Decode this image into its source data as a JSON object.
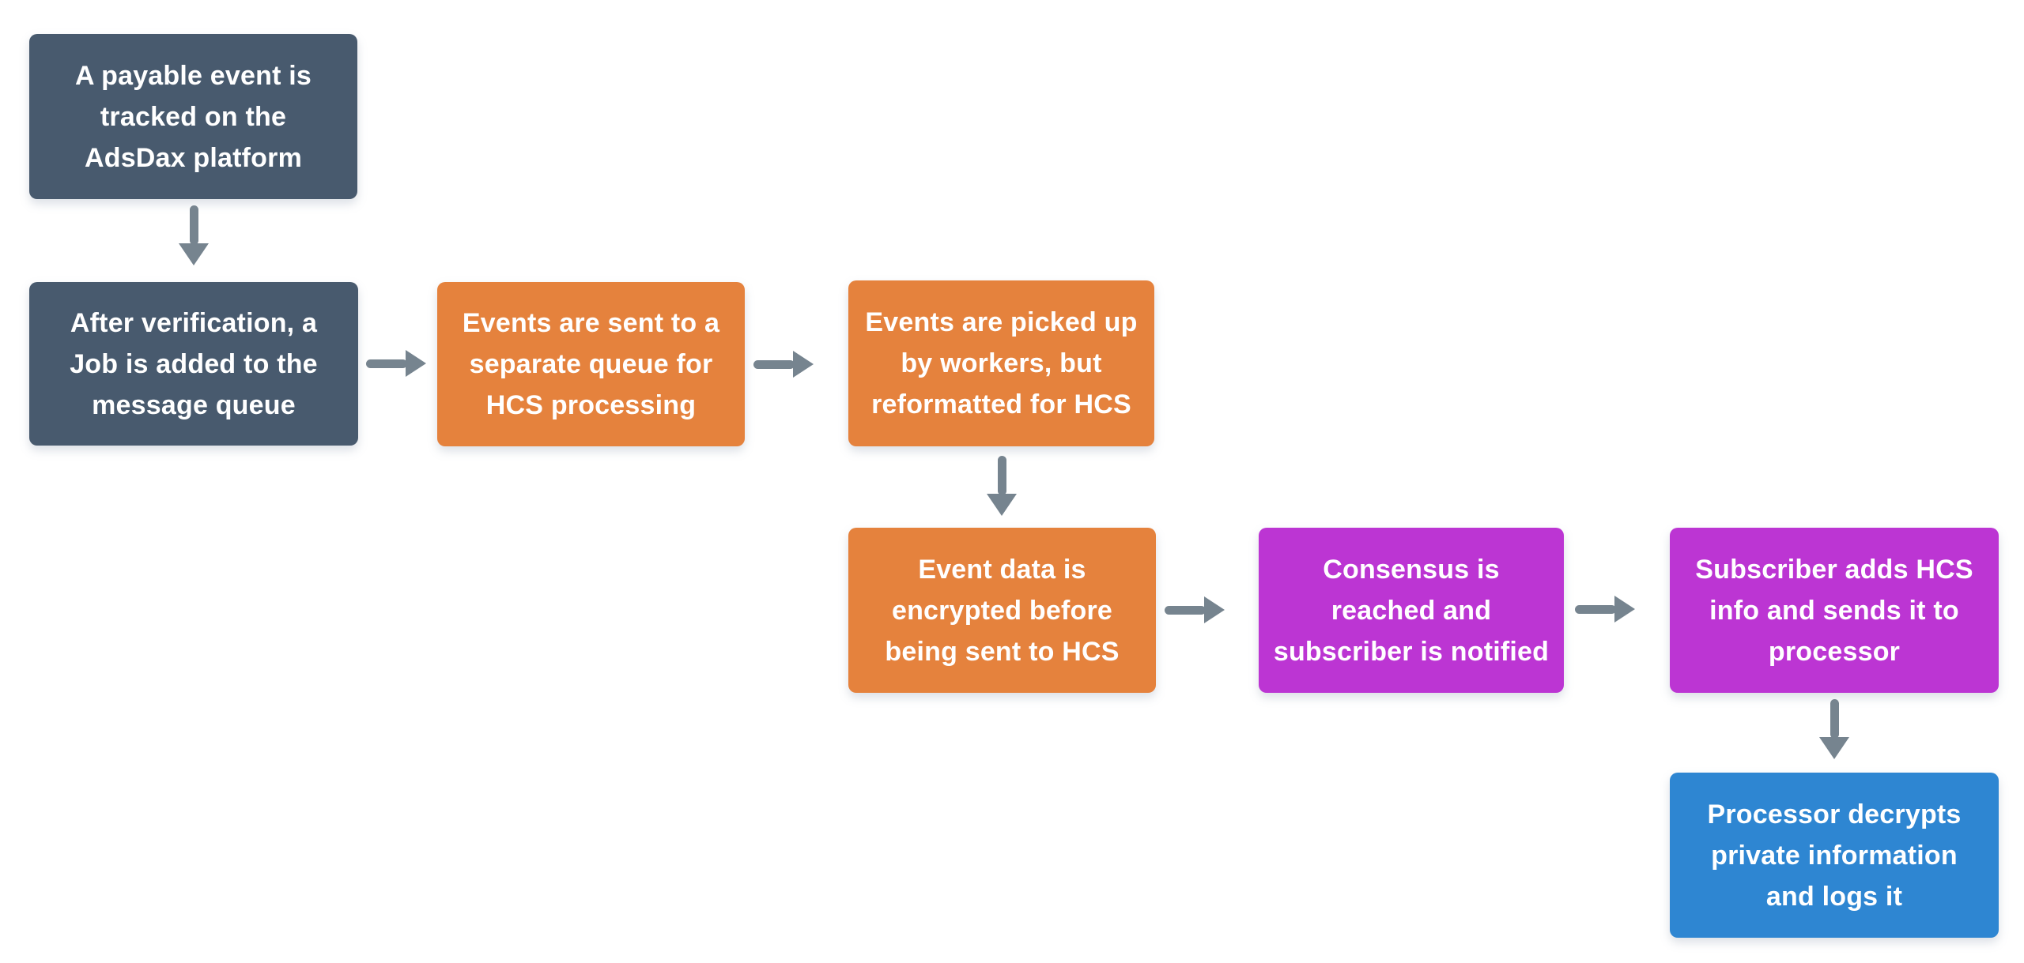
{
  "diagram": {
    "description": "Flowchart of AdsDax payable event processing through Hedera Consensus Service (HCS)"
  },
  "colors": {
    "background": "#ffffff",
    "dark": "#485a6e",
    "orange": "#e5823d",
    "magenta": "#bc35d3",
    "blue": "#2e86d2",
    "arrow": "#76848f",
    "text": "#ffffff"
  },
  "nodes": [
    {
      "step": 1,
      "color": "dark",
      "text": "A payable event is\ntracked on the\nAdsDax platform"
    },
    {
      "step": 2,
      "color": "dark",
      "text": "After verification, a\nJob is added to the\nmessage queue"
    },
    {
      "step": 3,
      "color": "orange",
      "text": "Events are sent to a\nseparate queue for\nHCS processing"
    },
    {
      "step": 4,
      "color": "orange",
      "text": "Events are picked up\nby workers, but\nreformatted for HCS"
    },
    {
      "step": 5,
      "color": "orange",
      "text": "Event data is\nencrypted before\nbeing sent to HCS"
    },
    {
      "step": 6,
      "color": "magenta",
      "text": "Consensus is\nreached and\nsubscriber is notified"
    },
    {
      "step": 7,
      "color": "magenta",
      "text": "Subscriber adds HCS\ninfo and sends it to\nprocessor"
    },
    {
      "step": 8,
      "color": "blue",
      "text": "Processor decrypts\nprivate information\nand logs it"
    }
  ],
  "edges": [
    {
      "from": 1,
      "to": 2,
      "direction": "down"
    },
    {
      "from": 2,
      "to": 3,
      "direction": "right"
    },
    {
      "from": 3,
      "to": 4,
      "direction": "right"
    },
    {
      "from": 4,
      "to": 5,
      "direction": "down"
    },
    {
      "from": 5,
      "to": 6,
      "direction": "right"
    },
    {
      "from": 6,
      "to": 7,
      "direction": "right"
    },
    {
      "from": 7,
      "to": 8,
      "direction": "down"
    }
  ]
}
